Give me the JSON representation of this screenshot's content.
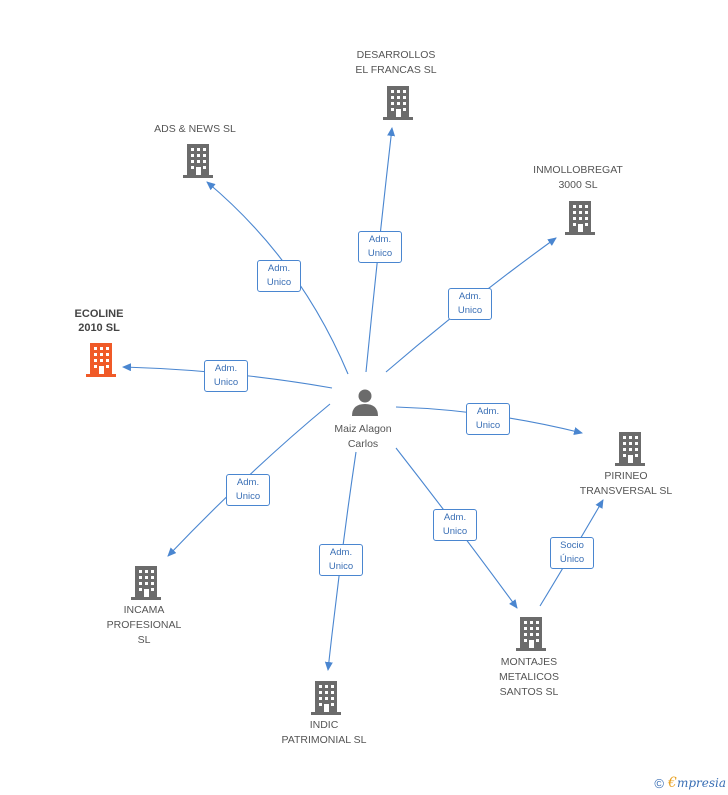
{
  "center": {
    "label": "Maiz Alagon\nCarlos"
  },
  "companies": [
    {
      "id": "desarrollos",
      "label": "DESARROLLOS\nEL FRANCAS SL",
      "focus": false
    },
    {
      "id": "ads",
      "label": "ADS & NEWS SL",
      "focus": false
    },
    {
      "id": "inmollobregat",
      "label": "INMOLLOBREGAT\n3000  SL",
      "focus": false
    },
    {
      "id": "ecoline",
      "label": "ECOLINE\n2010 SL",
      "focus": true
    },
    {
      "id": "pirineo",
      "label": "PIRINEO\nTRANSVERSAL SL",
      "focus": false
    },
    {
      "id": "incama",
      "label": "INCAMA\nPROFESIONAL\nSL",
      "focus": false
    },
    {
      "id": "indic",
      "label": "INDIC\nPATRIMONIAL SL",
      "focus": false
    },
    {
      "id": "montajes",
      "label": "MONTAJES\nMETALICOS\nSANTOS SL",
      "focus": false
    }
  ],
  "relations": [
    {
      "id": "r-desarrollos",
      "line1": "Adm.",
      "line2": "Unico"
    },
    {
      "id": "r-ads",
      "line1": "Adm.",
      "line2": "Unico"
    },
    {
      "id": "r-inmollobregat",
      "line1": "Adm.",
      "line2": "Unico"
    },
    {
      "id": "r-ecoline",
      "line1": "Adm.",
      "line2": "Unico"
    },
    {
      "id": "r-pirineo",
      "line1": "Adm.",
      "line2": "Unico"
    },
    {
      "id": "r-incama",
      "line1": "Adm.",
      "line2": "Unico"
    },
    {
      "id": "r-indic",
      "line1": "Adm.",
      "line2": "Unico"
    },
    {
      "id": "r-montajes",
      "line1": "Adm.",
      "line2": "Unico"
    },
    {
      "id": "r-socio",
      "line1": "Socio",
      "line2": "Único"
    }
  ],
  "footer": {
    "symbol": "©",
    "brand_initial": "€",
    "brand_rest": "mpresia"
  },
  "colors": {
    "edge": "#4a86d0",
    "building": "#6b6b6b",
    "building_focus": "#f05a28"
  }
}
